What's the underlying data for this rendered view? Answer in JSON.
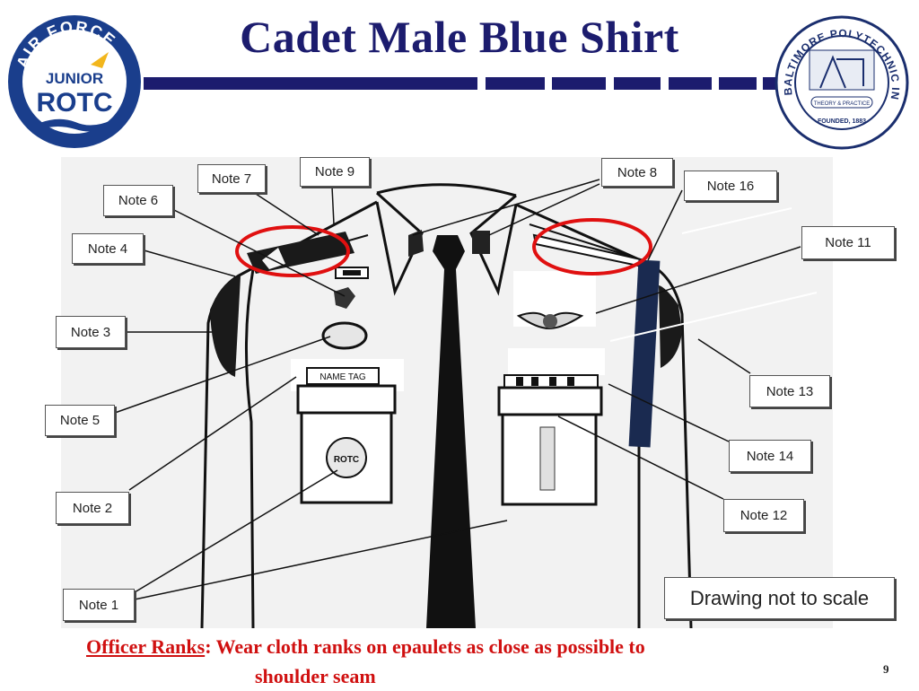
{
  "slide": {
    "title": "Cadet Male Blue Shirt",
    "page_number": "9"
  },
  "logos": {
    "left": {
      "top_arc": "AIR FORCE",
      "middle": "JUNIOR",
      "bottom": "ROTC"
    },
    "right": {
      "arc": "BALTIMORE POLYTECHNIC INSTITUTE",
      "band": "THEORY & PRACTICE",
      "founded": "FOUNDED, 1883"
    }
  },
  "drawing": {
    "notes": [
      "Note 7",
      "Note 9",
      "Note 8",
      "Note 16",
      "Note 6",
      "Note 4",
      "Note 11",
      "Note 3",
      "Note 13",
      "Note 5",
      "Note 14",
      "Note 2",
      "Note 12",
      "Note 1"
    ],
    "name_tag": "NAME TAG",
    "pocket_patch": "ROTC",
    "scale_note": "Drawing not to scale"
  },
  "footer": {
    "heading": "Officer Ranks",
    "text_line1": ": Wear cloth ranks on epaulets as close as possible to",
    "text_line2": "shoulder seam"
  },
  "colors": {
    "title": "#1c1c6e",
    "footer": "#d01010",
    "highlight_circle": "#e01010"
  }
}
